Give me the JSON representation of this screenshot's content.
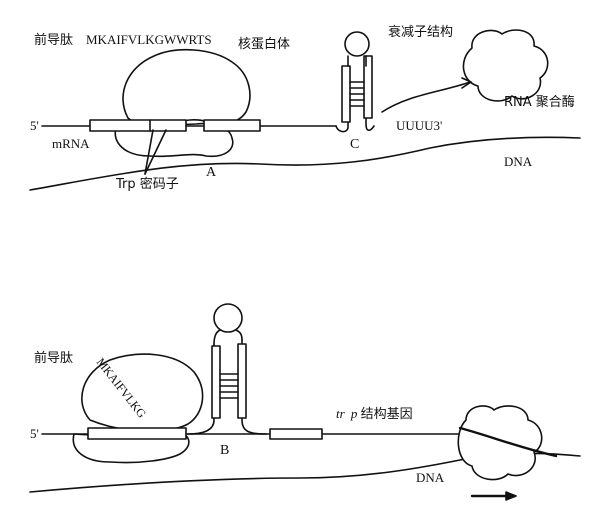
{
  "top_panel": {
    "leader_peptide_label": "前导肽",
    "leader_peptide_sequence": "MKAIFVLKGWWRTS",
    "ribosome_label": "核蛋白体",
    "attenuator_label": "衰减子结构",
    "five_prime_label": "5'",
    "mrna_label": "mRNA",
    "trp_codon_label": "Trp 密码子",
    "point_a_label": "A",
    "point_c_label": "C",
    "uuuu_label": "UUUU3'",
    "rna_polymerase_label": "RNA 聚合酶",
    "dna_label": "DNA"
  },
  "bottom_panel": {
    "leader_peptide_label": "前导肽",
    "leader_peptide_sequence": "MKAIFVLKG",
    "five_prime_label": "5'",
    "point_b_label": "B",
    "structural_gene_label_tr": "tr",
    "structural_gene_label_p": "p",
    "structural_gene_label_rest": "结构基因",
    "dna_label": "DNA"
  }
}
